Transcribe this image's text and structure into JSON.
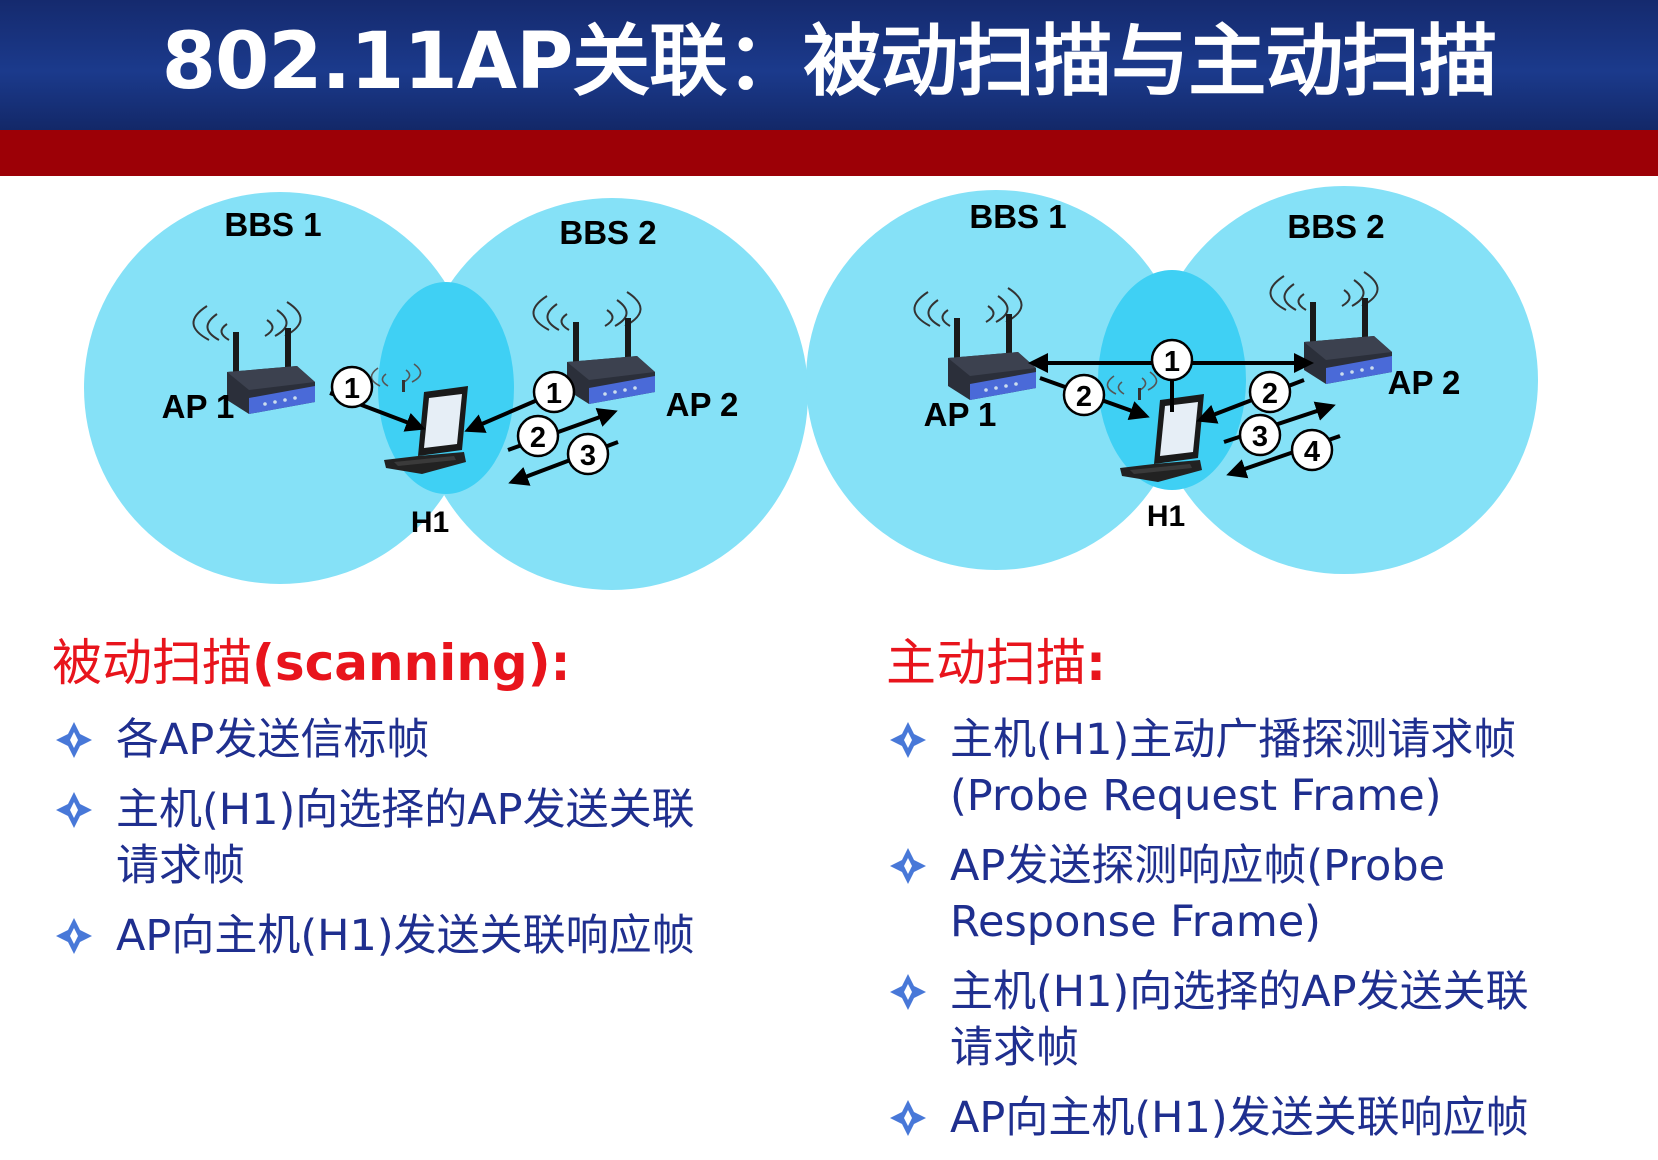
{
  "title": "802.11AP关联：被动扫描与主动扫描",
  "colors": {
    "title_bg": "#1b3a8c",
    "accent_bar": "#9c0006",
    "bss_fill": "#85e1f7",
    "overlap_fill": "#3fd0f4",
    "heading": "#e8141c",
    "bullet_text": "#1f2f8f",
    "bullet_icon": "#4878d8"
  },
  "passive": {
    "diagram": {
      "bss1_label": "BBS 1",
      "bss2_label": "BBS 2",
      "ap1_label": "AP 1",
      "ap2_label": "AP 2",
      "host_label": "H1",
      "steps": [
        "1",
        "1",
        "2",
        "3"
      ]
    },
    "heading_cn": "被动扫描",
    "heading_en": "(scanning):",
    "bullets": [
      {
        "line1": "各AP发送信标帧",
        "line2": ""
      },
      {
        "line1": "主机(H1)向选择的AP发送关联",
        "line2": "请求帧"
      },
      {
        "line1": "AP向主机(H1)发送关联响应帧",
        "line2": ""
      }
    ]
  },
  "active": {
    "diagram": {
      "bss1_label": "BBS 1",
      "bss2_label": "BBS 2",
      "ap1_label": "AP 1",
      "ap2_label": "AP 2",
      "host_label": "H1",
      "steps": [
        "1",
        "2",
        "2",
        "3",
        "4"
      ]
    },
    "heading_cn": "主动扫描",
    "heading_en": ":",
    "bullets": [
      {
        "line1": "主机(H1)主动广播探测请求帧",
        "line2": "(Probe Request Frame)"
      },
      {
        "line1": "AP发送探测响应帧(Probe",
        "line2": "Response Frame)"
      },
      {
        "line1": "主机(H1)向选择的AP发送关联",
        "line2": "请求帧"
      },
      {
        "line1": "AP向主机(H1)发送关联响应帧",
        "line2": ""
      }
    ]
  }
}
